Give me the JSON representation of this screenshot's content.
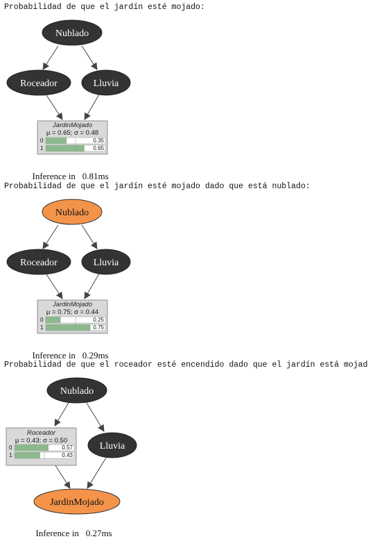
{
  "sections": [
    {
      "title": "Probabilidad de que el jardín esté mojado:",
      "nodes": {
        "nublado": "Nublado",
        "roceador": "Roceador",
        "lluvia": "Lluvia"
      },
      "dist": {
        "name": "JardinMojado",
        "stats": "μ = 0.65; σ = 0.48",
        "states": [
          {
            "label": "0",
            "value": 0.35,
            "text": "0.35"
          },
          {
            "label": "1",
            "value": 0.65,
            "text": "0.65"
          }
        ]
      },
      "inference": {
        "label": "Inference in",
        "time": "0.81ms"
      }
    },
    {
      "title": "Probabilidad de que el jardín esté mojado dado que está nublado:",
      "nodes": {
        "nublado": "Nublado",
        "roceador": "Roceador",
        "lluvia": "Lluvia"
      },
      "dist": {
        "name": "JardinMojado",
        "stats": "μ = 0.75; σ = 0.44",
        "states": [
          {
            "label": "0",
            "value": 0.25,
            "text": "0.25"
          },
          {
            "label": "1",
            "value": 0.75,
            "text": "0.75"
          }
        ]
      },
      "inference": {
        "label": "Inference in",
        "time": "0.29ms"
      }
    },
    {
      "title": "Probabilidad de que el roceador esté encendido dado que el jardín está mojado:",
      "nodes": {
        "nublado": "Nublado",
        "lluvia": "Lluvia",
        "jardin": "JardinMojado"
      },
      "dist": {
        "name": "Roceador",
        "stats": "μ = 0.43; σ = 0.50",
        "states": [
          {
            "label": "0",
            "value": 0.57,
            "text": "0.57"
          },
          {
            "label": "1",
            "value": 0.43,
            "text": "0.43"
          }
        ]
      },
      "inference": {
        "label": "Inference in",
        "time": "0.27ms"
      }
    }
  ],
  "colors": {
    "dark_node": "#333333",
    "observed_node": "#f4944a",
    "bar": "#8db88d",
    "box_fill": "#d9d9d9"
  }
}
